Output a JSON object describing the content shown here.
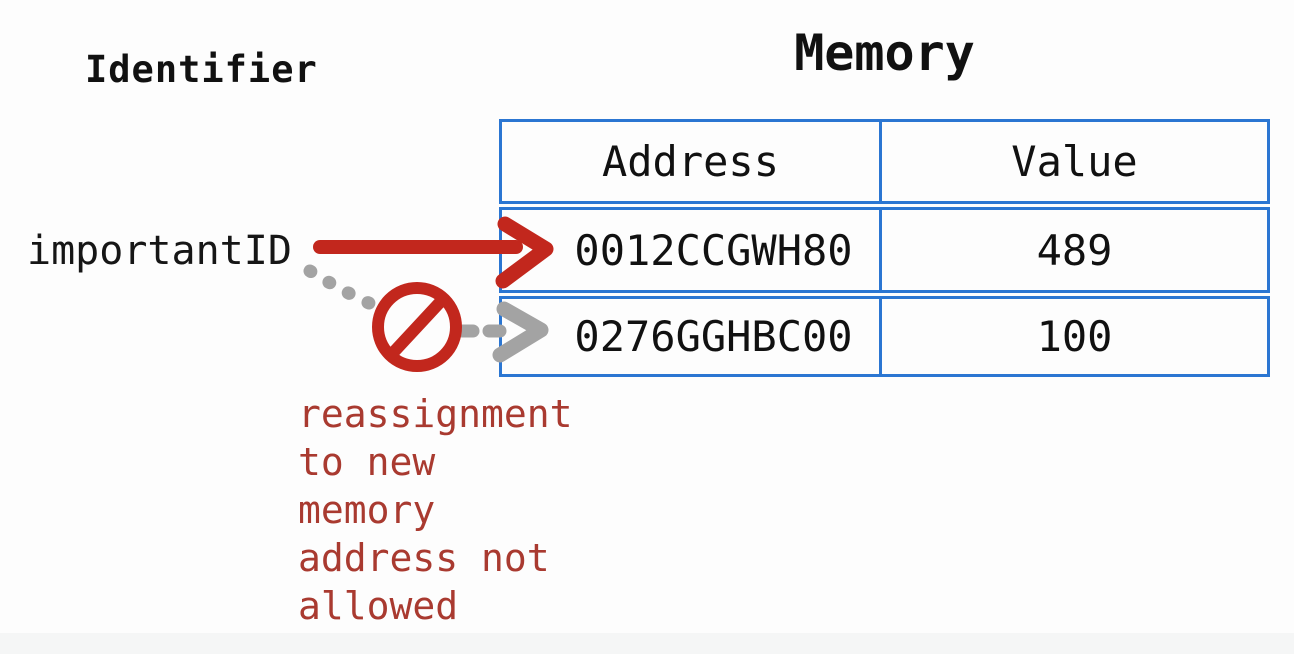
{
  "diagram": {
    "identifier_section": {
      "title": "Identifier",
      "variable_name": "importantID"
    },
    "memory_table": {
      "title": "Memory",
      "headers": {
        "address": "Address",
        "value": "Value"
      },
      "rows": [
        {
          "address": "0012CCGWH80",
          "value": "489"
        },
        {
          "address": "0276GGHBC00",
          "value": "100"
        }
      ]
    },
    "annotation": {
      "text": "reassignment\nto new\nmemory\naddress not\nallowed"
    },
    "icons": [
      {
        "name": "red-arrow-right-icon",
        "meaning": "current assignment of identifier to memory address"
      },
      {
        "name": "gray-dashed-arrow-icon",
        "meaning": "attempted reassignment to another memory address"
      },
      {
        "name": "no-entry-icon",
        "meaning": "reassignment not allowed"
      }
    ],
    "colors": {
      "table_border_blue": "#2b76d2",
      "arrow_red": "#c2271d",
      "annotation_red": "#a93a30",
      "blocked_arrow_gray": "#a3a3a3",
      "text_black": "#111111",
      "background": "#fdfdfd",
      "bottom_strip": "#f5f6f6"
    }
  }
}
